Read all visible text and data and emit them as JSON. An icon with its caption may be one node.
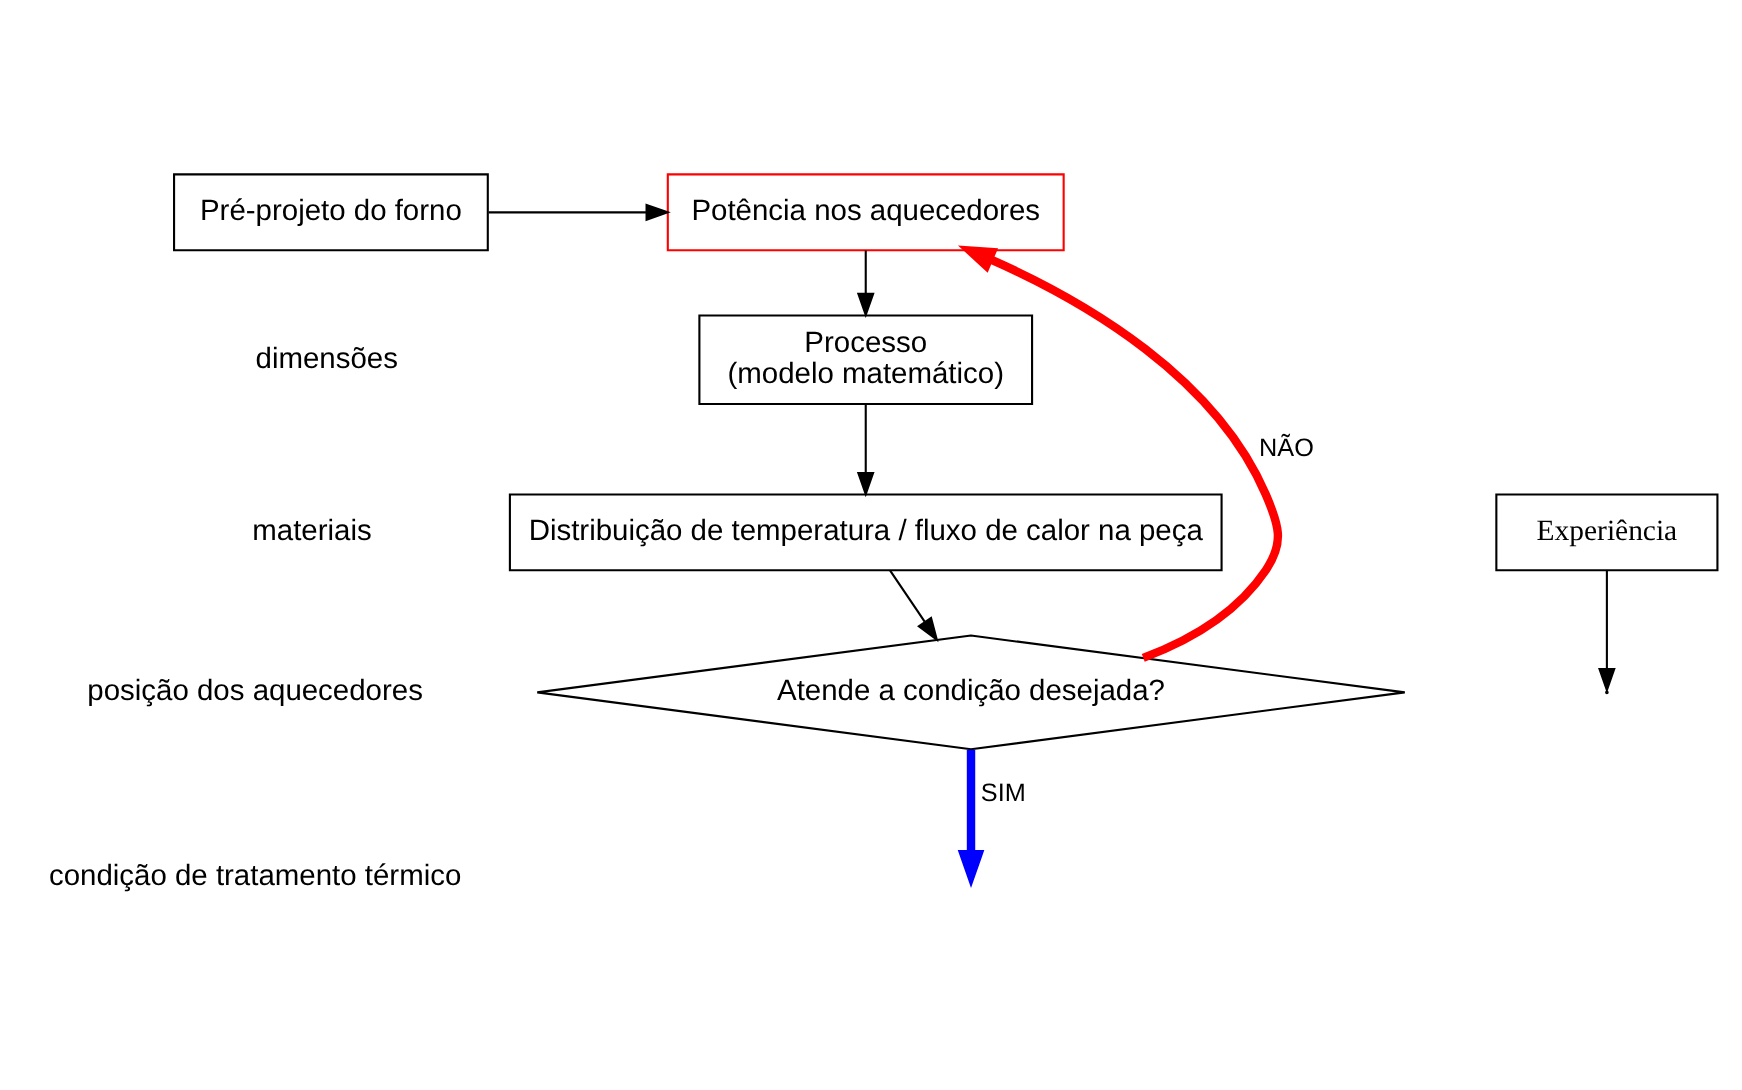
{
  "diagram": {
    "nodes": [
      {
        "text": [
          "Pré-projeto do forno"
        ]
      },
      {
        "text": [
          "Potência nos aquecedores"
        ]
      },
      {
        "text": [
          "Processo",
          "(modelo matemático)"
        ]
      },
      {
        "text": [
          "Distribuição de temperatura / fluxo de calor na peça"
        ]
      },
      {
        "text": [
          "Atende a condição desejada?"
        ]
      },
      {
        "text": [
          "Experiência"
        ]
      }
    ],
    "edges": [
      {
        "from": 0,
        "to": 1,
        "arrow": "to"
      },
      {
        "from": 1,
        "to": 2,
        "arrow": "to"
      },
      {
        "from": 2,
        "to": 3,
        "arrow": "to"
      },
      {
        "from": 3,
        "to": 4,
        "arrow": "to"
      },
      {
        "from": 4,
        "to": 1,
        "arrow": "to",
        "label": "NÃO",
        "style": "thick",
        "color": "#ff0000"
      },
      {
        "from": 5,
        "to": null,
        "arrow": "to"
      },
      {
        "from": 4,
        "to": null,
        "arrow": "to",
        "label": "SIM",
        "style": "thick",
        "color": "#0000ff"
      }
    ],
    "labels": [
      "dimensões",
      "materiais",
      "posição dos aquecedores",
      "condição de tratamento térmico"
    ]
  }
}
